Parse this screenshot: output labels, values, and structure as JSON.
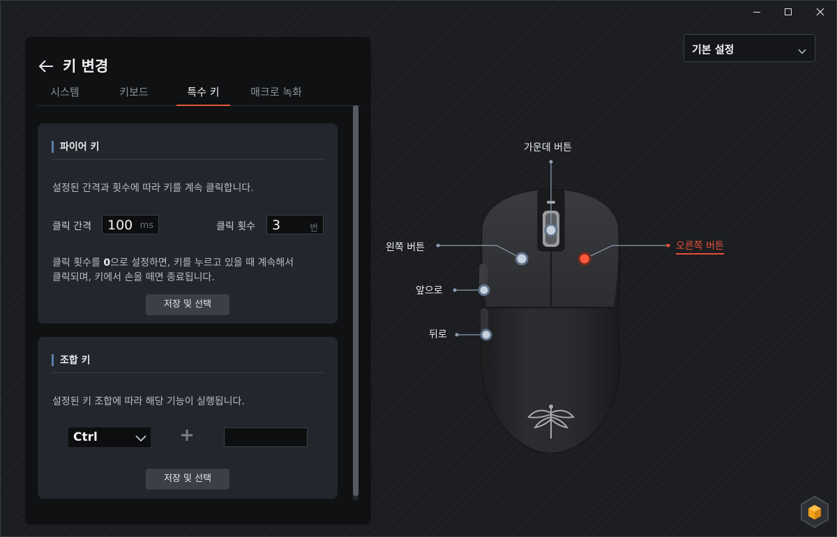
{
  "window": {
    "controls": [
      "minimize-icon",
      "maximize-icon",
      "close-icon"
    ]
  },
  "panel": {
    "title": "키 변경",
    "tabs": [
      {
        "label": "시스템",
        "active": false
      },
      {
        "label": "키보드",
        "active": false
      },
      {
        "label": "특수 키",
        "active": true
      },
      {
        "label": "매크로 녹화",
        "active": false
      }
    ]
  },
  "fire_key": {
    "title": "파이어 키",
    "description": "설정된 간격과 횟수에 따라 키를 계속 클릭합니다.",
    "interval_label": "클릭 간격",
    "interval_value": "100",
    "interval_unit": "ms",
    "count_label": "클릭 횟수",
    "count_value": "3",
    "count_unit": "번",
    "note_pre": "클릭 횟수를 ",
    "note_bold": "0",
    "note_post": "으로 설정하면, 키를 누르고 있을 때 계속해서",
    "note_line2": "클릭되며, 키에서 손을 떼면 종료됩니다.",
    "save_label": "저장 및 선택"
  },
  "combo_key": {
    "title": "조합 키",
    "description": "설정된 키 조합에 따라 해당 기능이 실행됩니다.",
    "modifier": "Ctrl",
    "key_value": "",
    "save_label": "저장 및 선택"
  },
  "profile": {
    "selected": "기본 설정"
  },
  "mouse": {
    "labels": {
      "middle": "가운데 버튼",
      "left": "왼쪽 버튼",
      "right": "오른쪽 버튼",
      "forward": "앞으로",
      "back": "뒤로"
    },
    "active_button": "right",
    "colors": {
      "accent": "#e8503a",
      "marker": "#8fa0b4"
    }
  }
}
